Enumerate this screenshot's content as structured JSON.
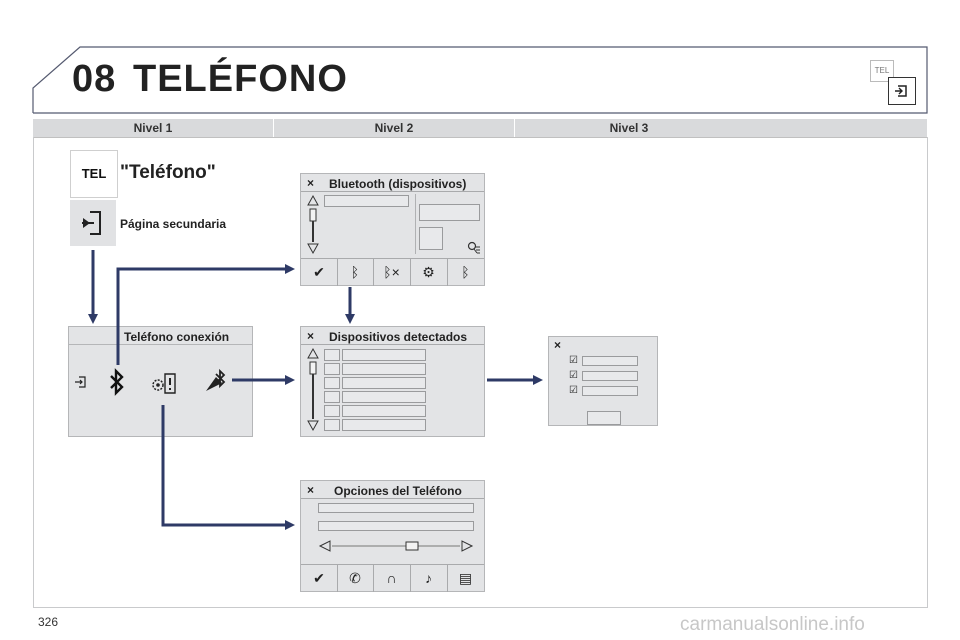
{
  "header": {
    "chapter": "08",
    "title": "TELÉFONO",
    "tel_badge": "TEL"
  },
  "levels": [
    "Nivel 1",
    "Nivel 2",
    "Nivel 3"
  ],
  "menu": {
    "tel_button": "TEL",
    "telefono_label": "\"Teléfono\"",
    "secondary_label": "Página secundaria"
  },
  "panels": {
    "bluetooth": {
      "title": "Bluetooth (dispositivos)",
      "close": "×"
    },
    "conexion": {
      "title": "Teléfono conexión"
    },
    "detectados": {
      "title": "Dispositivos detectados",
      "close": "×"
    },
    "opciones": {
      "title": "Opciones del Teléfono",
      "close": "×"
    },
    "level3": {
      "close": "×"
    }
  },
  "icons": {
    "check": "check-icon",
    "bluetooth": "bluetooth-icon",
    "back": "back-icon",
    "settings": "settings-icon",
    "phone": "phone-icon"
  },
  "colors": {
    "arrow": "#2e3a66",
    "panel": "#e3e4e6",
    "levels_bar": "#d9dadc"
  },
  "page_number": "326",
  "watermark": "carmanualsonline.info"
}
